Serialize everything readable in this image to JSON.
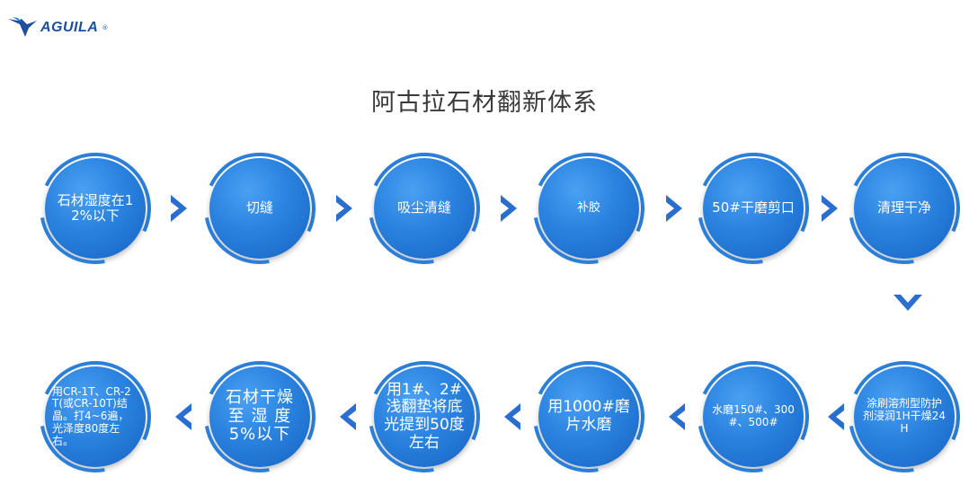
{
  "logo": {
    "text": "AGUILA",
    "reg": "®",
    "color": "#1e4f9c"
  },
  "title": "阿古拉石材翻新体系",
  "colors": {
    "node": "#2a82df",
    "arrow": "#2a6fd0"
  },
  "steps_row1": [
    {
      "label": "石材湿度在12%以下"
    },
    {
      "label": "切缝"
    },
    {
      "label": "吸尘清缝"
    },
    {
      "label": "补胶"
    },
    {
      "label": "50#干磨剪口"
    },
    {
      "label": "清理干净"
    }
  ],
  "steps_row2": [
    {
      "label": "涂刷溶剂型防护剂浸润1H干燥24H"
    },
    {
      "label": "水磨150#、300#、500#"
    },
    {
      "label": "用1000#磨片水磨"
    },
    {
      "label": "用1#、2#浅翻垫将底光提到50度左右"
    },
    {
      "label": "石材干燥至 湿 度5%以下"
    },
    {
      "label": "用CR-1T、CR-2T(或CR-10T)结晶。打4~6遍，光泽度80度左右。"
    }
  ],
  "arrows": {
    "row1": [
      "chevron-right-icon",
      "chevron-right-icon",
      "chevron-right-icon",
      "chevron-right-icon",
      "chevron-right-icon"
    ],
    "down": "chevron-down-icon",
    "row2": [
      "chevron-left-icon",
      "chevron-left-icon",
      "chevron-left-icon",
      "chevron-left-icon",
      "chevron-left-icon"
    ]
  }
}
